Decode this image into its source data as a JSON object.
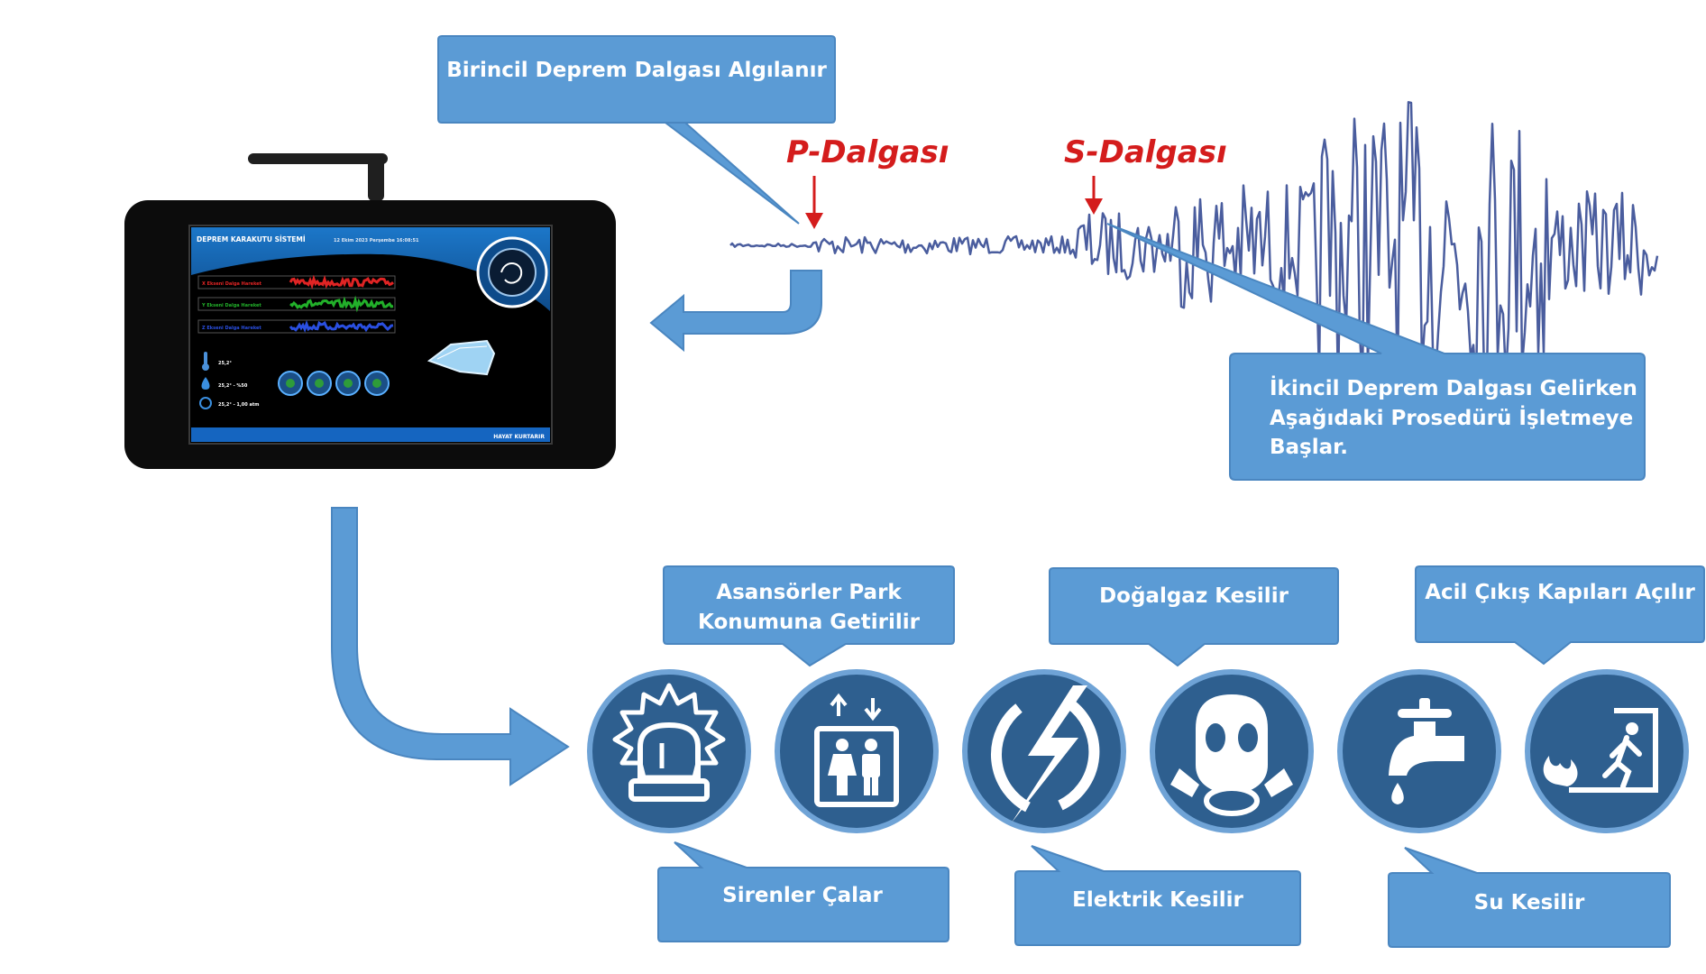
{
  "callouts": {
    "p_detected": "Birincil Deprem Dalgası Algılanır",
    "s_arrival": [
      "İkincil Deprem Dalgası Gelirken",
      "Aşağıdaki Prosedürü İşletmeye",
      "Başlar."
    ],
    "elevators": [
      "Asansörler Park",
      "Konumuna Getirilir"
    ],
    "gas": "Doğalgaz Kesilir",
    "exit_doors": "Acil Çıkış Kapıları Açılır",
    "sirens": "Sirenler Çalar",
    "electricity": "Elektrik Kesilir",
    "water": "Su Kesilir"
  },
  "wave_labels": {
    "p": "P-Dalgası",
    "s": "S-Dalgası"
  },
  "device": {
    "title": "DEPREM KARAKUTU SİSTEMİ",
    "date": "12 Ekim 2023 Perşembe 16:08:51",
    "axes": [
      "X Ekseni Dalga Hareket",
      "Y Ekseni Dalga Hareket",
      "Z Ekseni Dalga Hareket"
    ],
    "readings": [
      "25,2°",
      "25,2° - %50",
      "25,2° - 1,00 atm"
    ],
    "footer": "HAYAT KURTARIR"
  },
  "icons": [
    "siren-icon",
    "elevator-icon",
    "electricity-icon",
    "gas-mask-icon",
    "water-tap-icon",
    "emergency-exit-icon"
  ],
  "colors": {
    "callout": "#5b9bd5",
    "callout_stroke": "#4a86c0",
    "icon_circle": "#2e5f8f",
    "icon_ring": "#6fa3d6",
    "wave": "#4a5d9e",
    "label_red": "#d41c1c"
  }
}
